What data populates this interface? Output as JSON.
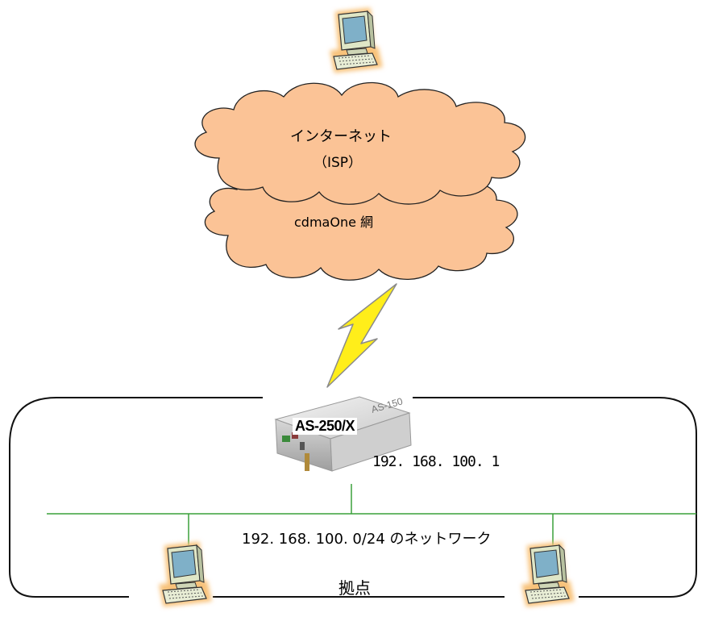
{
  "internet": {
    "name": "インターネット",
    "provider": "（ISP）"
  },
  "carrier_network": {
    "name": "cdmaOne 網"
  },
  "router": {
    "model": "AS-250/X",
    "device_print": "AS-150",
    "ip": "192. 168. 100. 1"
  },
  "lan": {
    "label": "192. 168. 100. 0/24 のネットワーク"
  },
  "site": {
    "label": "拠点"
  },
  "colors": {
    "cloud_fill": "#fbc396",
    "cloud_stroke": "#222222",
    "lan_line": "#3aa13a",
    "lightning_fill": "#ffee1a",
    "computer_glow": "#f8c27a",
    "computer_body": "#dfe6c6",
    "screen": "#7fb0c8"
  },
  "icons": [
    "computer-icon",
    "cloud-shape",
    "lightning-icon",
    "router-device"
  ]
}
